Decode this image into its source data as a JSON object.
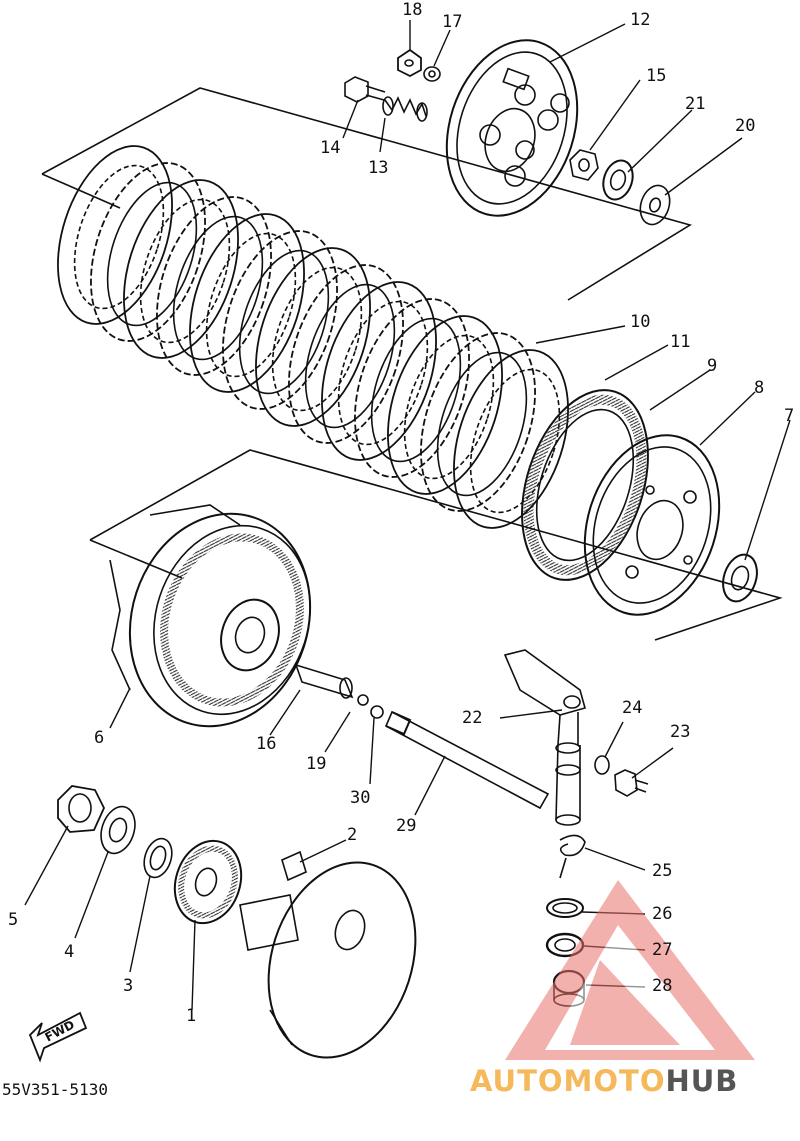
{
  "diagram": {
    "callouts": [
      "18",
      "17",
      "12",
      "15",
      "21",
      "20",
      "14",
      "13",
      "10",
      "11",
      "9",
      "8",
      "7",
      "6",
      "16",
      "19",
      "30",
      "29",
      "22",
      "24",
      "23",
      "2",
      "25",
      "26",
      "27",
      "28",
      "5",
      "4",
      "3",
      "1"
    ],
    "drawing_code": "55V351-5130",
    "fwd_label": "FWD"
  },
  "watermark": {
    "part_a": "AUTOMOTO",
    "part_b": "HUB",
    "color_a": "#f5b85a",
    "color_b": "#555555",
    "logo_color": "#e8736b"
  }
}
